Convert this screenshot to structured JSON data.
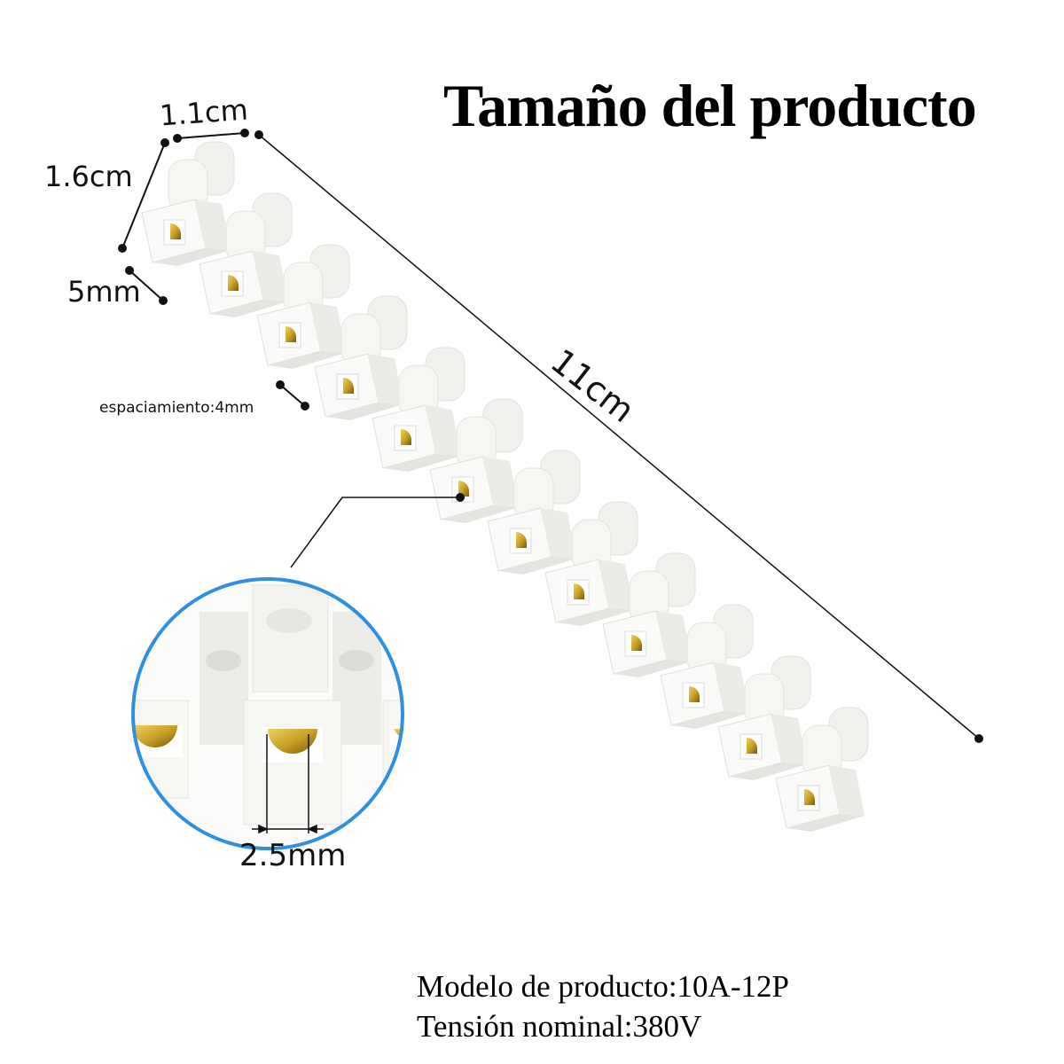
{
  "title": "Tamaño del producto",
  "product": {
    "name": "terminal-block-strip",
    "positions": 12,
    "colors": {
      "housing": "#f7f7f5",
      "housing_shade": "#e6e6e2",
      "brass": "#c9a227",
      "brass_dark": "#8a6a10",
      "zoom_ring": "#2f8fe0"
    }
  },
  "dimensions": {
    "width": "1.1cm",
    "height": "1.6cm",
    "depth": "5mm",
    "spacing": "espaciamiento:4mm",
    "length": "11cm",
    "hole": "2.5mm"
  },
  "specs": {
    "model": "Modelo de producto:10A-12P",
    "voltage": "Tensión nominal:380V"
  }
}
